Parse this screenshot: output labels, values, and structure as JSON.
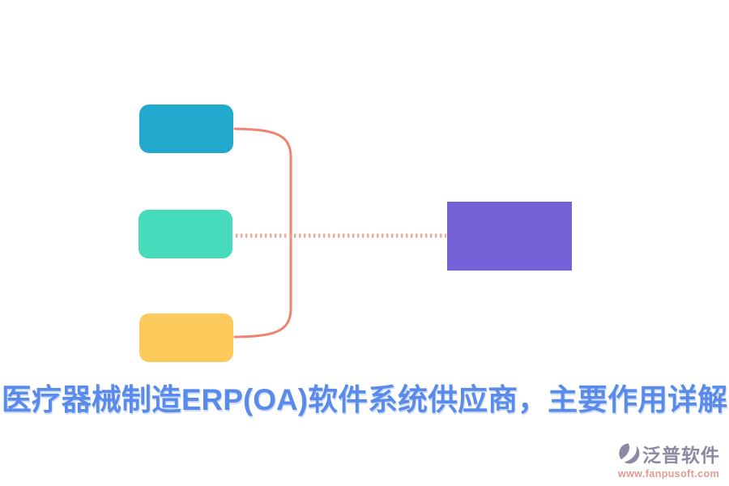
{
  "page": {
    "background": "#ffffff"
  },
  "diagram": {
    "nodes": [
      {
        "id": "node-top",
        "color": "#21AACE"
      },
      {
        "id": "node-middle",
        "color": "#45DBBB"
      },
      {
        "id": "node-bottom",
        "color": "#FCC95B"
      },
      {
        "id": "node-right",
        "color": "#7561D8"
      }
    ],
    "connectors": {
      "bracket_color": "#F0836F",
      "dotted_color": "#F3A795"
    }
  },
  "title": {
    "text": "医疗器械制造ERP(OA)软件系统供应商，主要作用详解",
    "color": "#5B8BEA"
  },
  "footer": {
    "brand": "泛普软件",
    "brand_color": "#8D89A2",
    "url": "www.fanpusoft.com",
    "url_color": "#E29A90",
    "icon_color": "#8D89A2"
  }
}
